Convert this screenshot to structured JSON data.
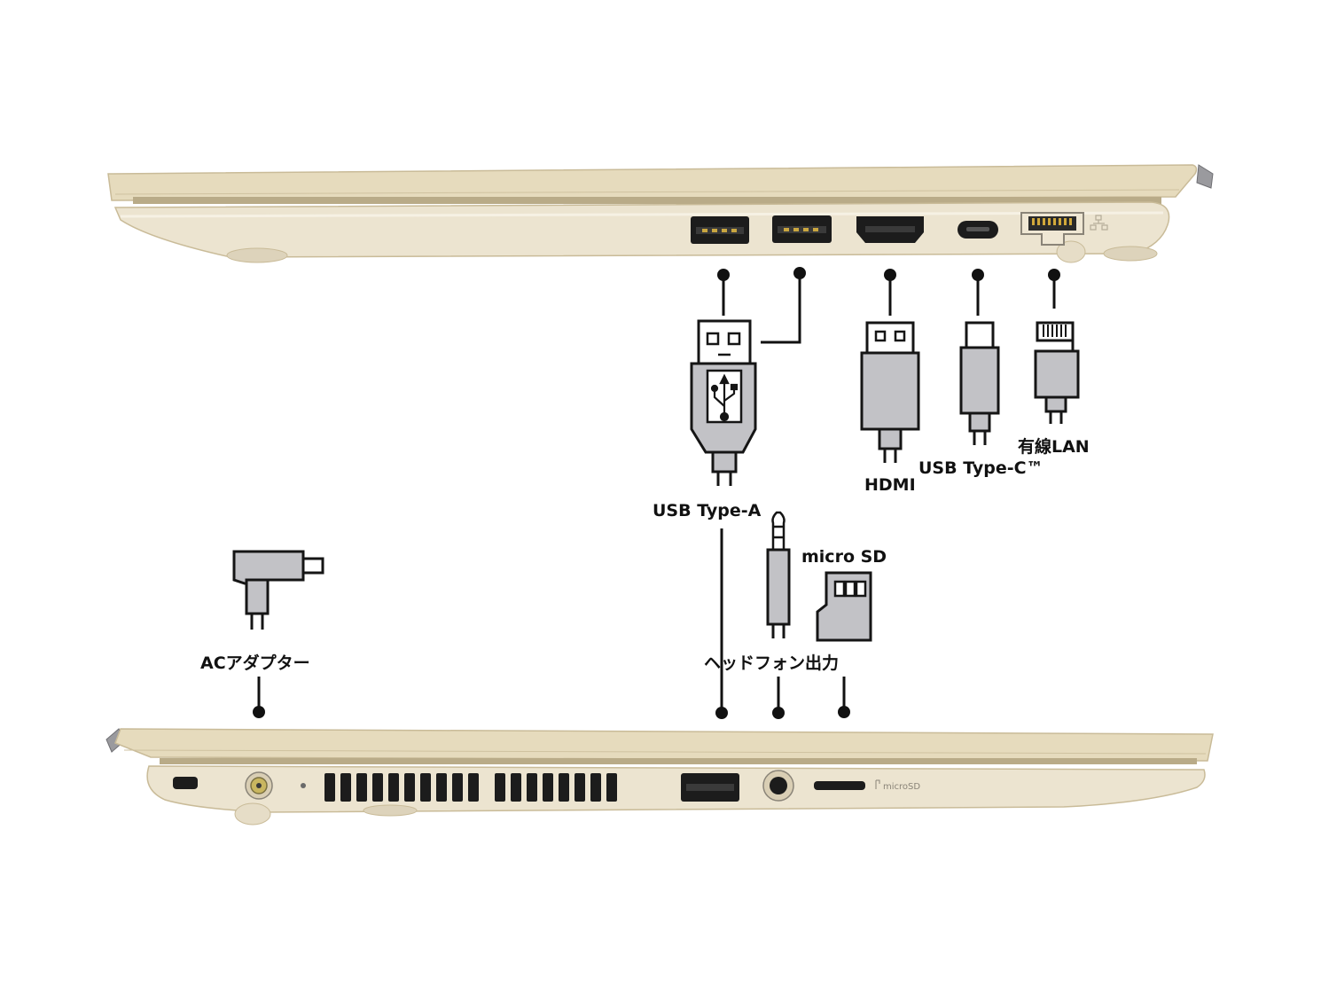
{
  "labels": {
    "usb_type_a": "USB Type-A",
    "hdmi": "HDMI",
    "usb_type_c": "USB Type-C™",
    "lan": "有線LAN",
    "ac_adapter": "ACアダプター",
    "headphone": "ヘッドフォン出力",
    "micro_sd": "micro SD",
    "micro_sd_port_mark": "microSD"
  },
  "colors": {
    "chassis_gold": "#e2d6b6",
    "chassis_light": "#eee7d4",
    "chassis_dark": "#c9bb98",
    "port_black": "#1c1c1c",
    "connector_gray": "#c2c2c6",
    "outline": "#151515"
  },
  "icons": [
    "usb-a-plug-icon",
    "hdmi-plug-icon",
    "usb-c-plug-icon",
    "rj45-plug-icon",
    "ac-plug-icon",
    "audio-jack-icon",
    "microsd-card-icon",
    "lan-symbol-icon",
    "kensington-lock-icon"
  ]
}
